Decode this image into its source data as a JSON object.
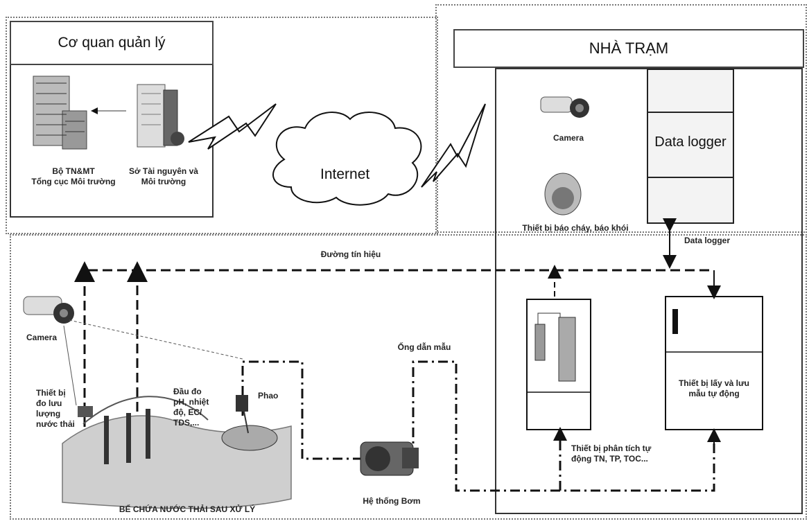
{
  "agency": {
    "title": "Cơ quan quản lý",
    "ministry_label": "Bộ TN&MT\nTổng cục Môi trường",
    "department_label": "Sở Tài nguyên và\nMôi trường"
  },
  "internet_label": "Internet",
  "station": {
    "title": "NHÀ TRẠM",
    "camera_label": "Camera",
    "fire_label": "Thiết bị báo cháy, báo khói",
    "datalogger_inner": "Data logger",
    "datalogger_label": "Data logger",
    "analyzer_label": "Thiết bị phân tích tự\nđộng TN, TP, TOC...",
    "sampler_label": "Thiết bị lấy và lưu\nmẫu tự động"
  },
  "field": {
    "signal_line_label": "Đường tín hiệu",
    "camera_label": "Camera",
    "flow_label": "Thiết bị\nđo lưu\nlượng\nnước thải",
    "probe_label": "Đầu đo\npH, nhiệt\nđộ, EC/\nTDS,...",
    "float_label": "Phao",
    "pipe_label": "Ống dẫn mẫu",
    "pump_label": "Hệ thống Bơm",
    "tank_label": "BỂ CHỨA NƯỚC THẢI SAU XỬ LÝ"
  }
}
